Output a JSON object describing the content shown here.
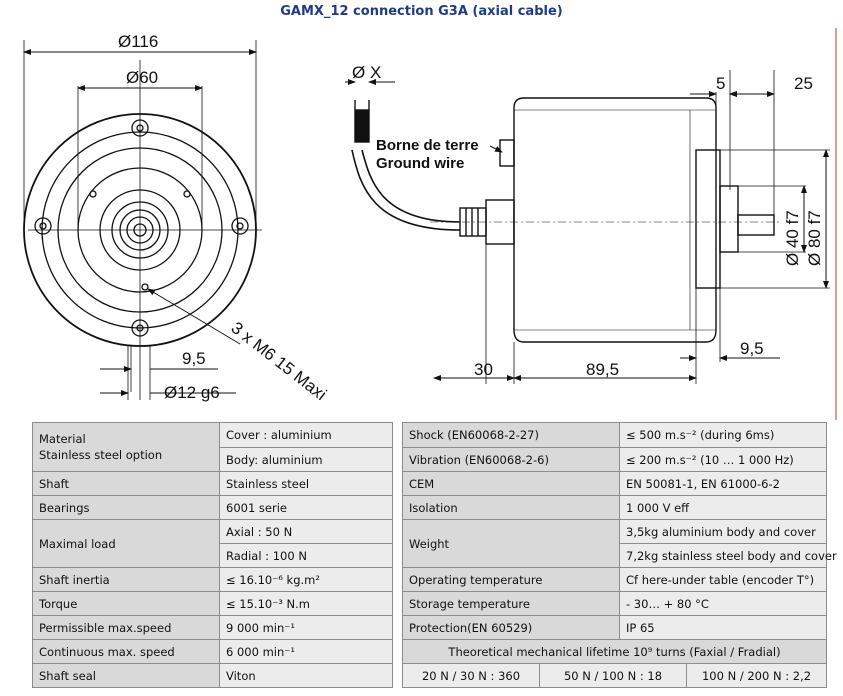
{
  "title": "GAMX_12 connection G3A (axial cable)",
  "drawing": {
    "dim_116": "Ø116",
    "dim_60": "Ø60",
    "dim_x": "Ø X",
    "dim_5": "5",
    "dim_25": "25",
    "dim_40": "Ø 40 f7",
    "dim_80": "Ø 80 f7",
    "dim_9_5_left": "9,5",
    "dim_12": "Ø12 g6",
    "screws": "3 x M6 15 Maxi",
    "ground_fr": "Borne de terre",
    "ground_en": "Ground wire",
    "dim_30": "30",
    "dim_89_5": "89,5",
    "dim_9_5_right": "9,5"
  },
  "table_left": {
    "material_label": "Material",
    "stainless_label": "Stainless steel option",
    "cover": "Cover : aluminium",
    "body": "Body: aluminium",
    "shaft_label": "Shaft",
    "shaft": "Stainless steel",
    "bearings_label": "Bearings",
    "bearings": "6001 serie",
    "load_label": "Maximal load",
    "axial": "Axial : 50 N",
    "radial": "Radial : 100 N",
    "inertia_label": "Shaft inertia",
    "inertia": "≤ 16.10⁻⁶ kg.m²",
    "torque_label": "Torque",
    "torque": "≤ 15.10⁻³ N.m",
    "perm_speed_label": "Permissible max.speed",
    "perm_speed": "9 000 min⁻¹",
    "cont_speed_label": "Continuous max. speed",
    "cont_speed": "6 000 min⁻¹",
    "seal_label": "Shaft seal",
    "seal": "Viton"
  },
  "table_right": {
    "shock_label": "Shock (EN60068-2-27)",
    "shock": "≤ 500 m.s⁻² (during 6ms)",
    "vibration_label": "Vibration (EN60068-2-6)",
    "vibration": "≤ 200 m.s⁻² (10 … 1 000 Hz)",
    "cem_label": "CEM",
    "cem": "EN 50081-1, EN 61000-6-2",
    "isolation_label": "Isolation",
    "isolation": "1 000 V eff",
    "weight_label": "Weight",
    "weight_alu": "3,5kg aluminium body and cover",
    "weight_steel": "7,2kg stainless steel body and cover",
    "op_temp_label": "Operating temperature",
    "op_temp": "Cf here-under table (encoder T°)",
    "storage_label": "Storage temperature",
    "storage": "- 30… + 80 °C",
    "protection_label": "Protection(EN 60529)",
    "protection": "IP 65",
    "lifetime": "Theoretical mechanical lifetime 10⁹ turns (Faxial / Fradial)",
    "life_1": "20 N / 30 N : 360",
    "life_2": "50 N / 100 N : 18",
    "life_3": "100 N / 200 N : 2,2"
  }
}
